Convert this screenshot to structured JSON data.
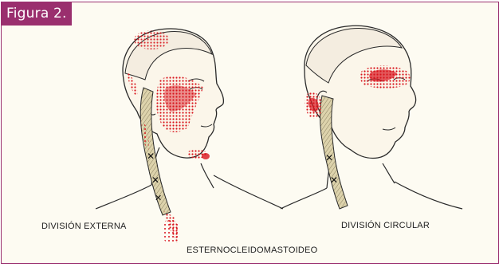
{
  "figure_label": "Figura 2.",
  "labels": {
    "left_head": "DIVISIÓN EXTERNA",
    "bottom": "ESTERNOCLEIDOMASTOIDEO",
    "right_head": "DIVISIÓN CIRCULAR"
  },
  "colors": {
    "accent": "#9a2f6e",
    "pain_red": "#d8141c",
    "muscle_tan": "#c8bf9a",
    "outline": "#2a2a2a"
  },
  "icons": [
    "left-head-illustration",
    "right-head-illustration"
  ]
}
